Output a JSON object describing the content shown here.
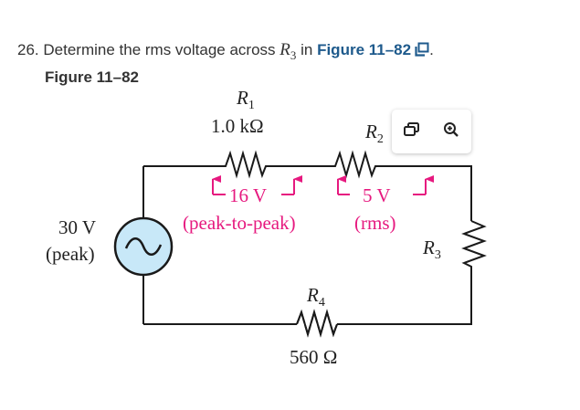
{
  "question": {
    "number": "26.",
    "text_before": "Determine the rms voltage across",
    "variable": "R",
    "variable_sub": "3",
    "text_mid": "in",
    "figure_link": "Figure 11–82",
    "text_end": ".",
    "external_link_icon": "open-in-new-window-icon"
  },
  "figure": {
    "caption": "Figure 11–82",
    "source": {
      "value": "30 V",
      "note": "(peak)",
      "icon": "ac-sine-wave-icon"
    },
    "resistors": [
      {
        "id": "R1",
        "label": "R",
        "sub": "1",
        "value": "1.0 kΩ"
      },
      {
        "id": "R2",
        "label": "R",
        "sub": "2",
        "value": ""
      },
      {
        "id": "R3",
        "label": "R",
        "sub": "3",
        "value": ""
      },
      {
        "id": "R4",
        "label": "R",
        "sub": "4",
        "value": "560 Ω"
      }
    ],
    "measurements": [
      {
        "across": "R1",
        "value": "16 V",
        "note": "(peak-to-peak)"
      },
      {
        "across": "R2",
        "value": "5 V",
        "note": "(rms)"
      }
    ],
    "colors": {
      "wire": "#1a1a1a",
      "measurement": "#e6197f",
      "source_fill": "#c8e8f8",
      "link": "#1e5a8c"
    }
  },
  "toolbar": {
    "buttons": [
      {
        "name": "open-image-button",
        "icon": "copy-window-icon"
      },
      {
        "name": "zoom-in-button",
        "icon": "zoom-in-icon"
      }
    ]
  }
}
